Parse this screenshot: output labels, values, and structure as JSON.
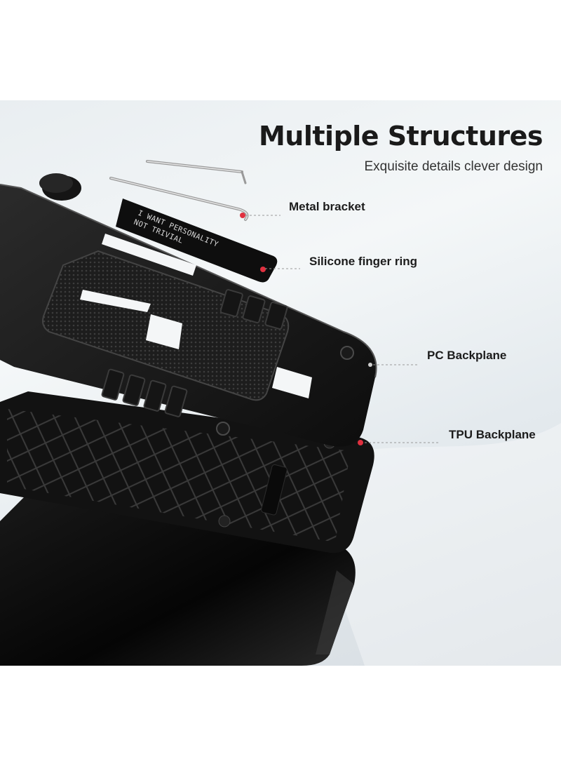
{
  "heading": {
    "title": "Multiple Structures",
    "subtitle": "Exquisite details clever design"
  },
  "callouts": [
    {
      "label": "Metal bracket"
    },
    {
      "label": "Silicone finger ring"
    },
    {
      "label": "PC Backplane"
    },
    {
      "label": "TPU Backplane"
    }
  ],
  "ring_text": {
    "line1": "I WANT PERSONALITY",
    "line2": "NOT TRIVIAL"
  },
  "colors": {
    "case": "#111111",
    "accent_dot": "#e0303f",
    "background": "#eef2f4"
  }
}
